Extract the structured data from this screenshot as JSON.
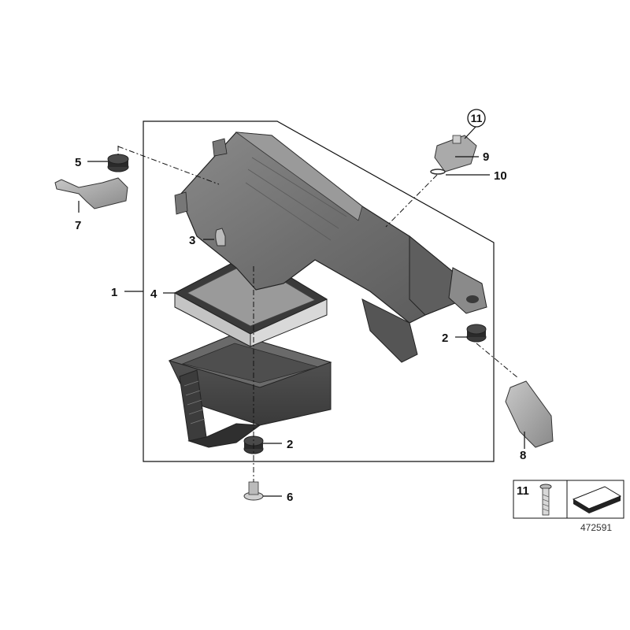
{
  "callouts": {
    "c1": "1",
    "c2a": "2",
    "c2b": "2",
    "c3": "3",
    "c4": "4",
    "c5": "5",
    "c6": "6",
    "c7": "7",
    "c8": "8",
    "c9": "9",
    "c10": "10",
    "c11": "11"
  },
  "legend": {
    "part_number": "11"
  },
  "diagram_ref": "472591"
}
